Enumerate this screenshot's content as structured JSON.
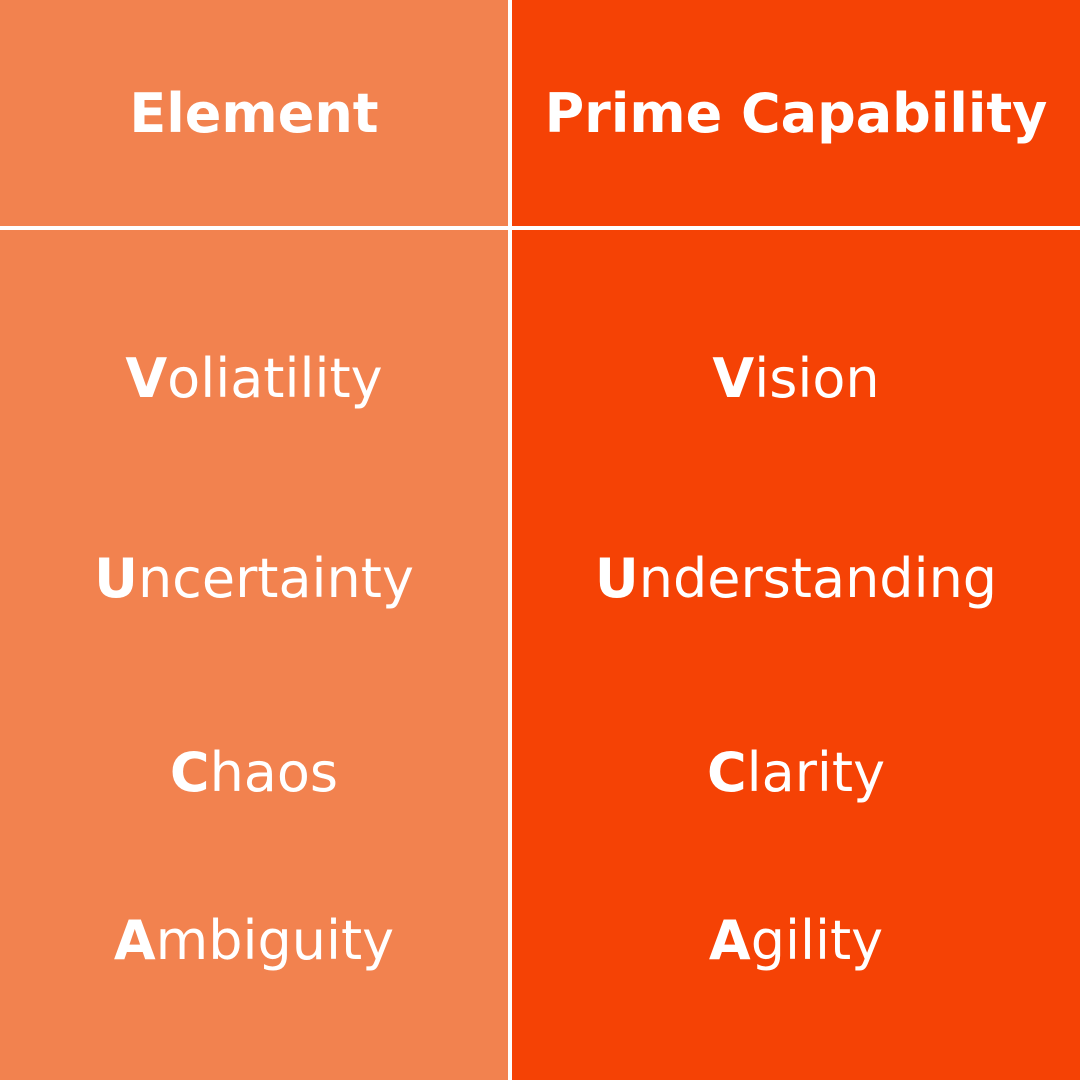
{
  "colors": {
    "left_column_bg": "#f2824f",
    "right_column_bg": "#f54205",
    "text": "#ffffff",
    "divider": "#ffffff"
  },
  "table": {
    "headers": [
      "Element",
      "Prime Capability"
    ],
    "rows": [
      {
        "element": {
          "initial": "V",
          "rest": "oliatility"
        },
        "capability": {
          "initial": "V",
          "rest": "ision"
        }
      },
      {
        "element": {
          "initial": "U",
          "rest": "ncertainty"
        },
        "capability": {
          "initial": "U",
          "rest": "nderstanding"
        }
      },
      {
        "element": {
          "initial": "C",
          "rest": "haos"
        },
        "capability": {
          "initial": "C",
          "rest": "larity"
        }
      },
      {
        "element": {
          "initial": "A",
          "rest": "mbiguity"
        },
        "capability": {
          "initial": "A",
          "rest": "gility"
        }
      }
    ]
  }
}
